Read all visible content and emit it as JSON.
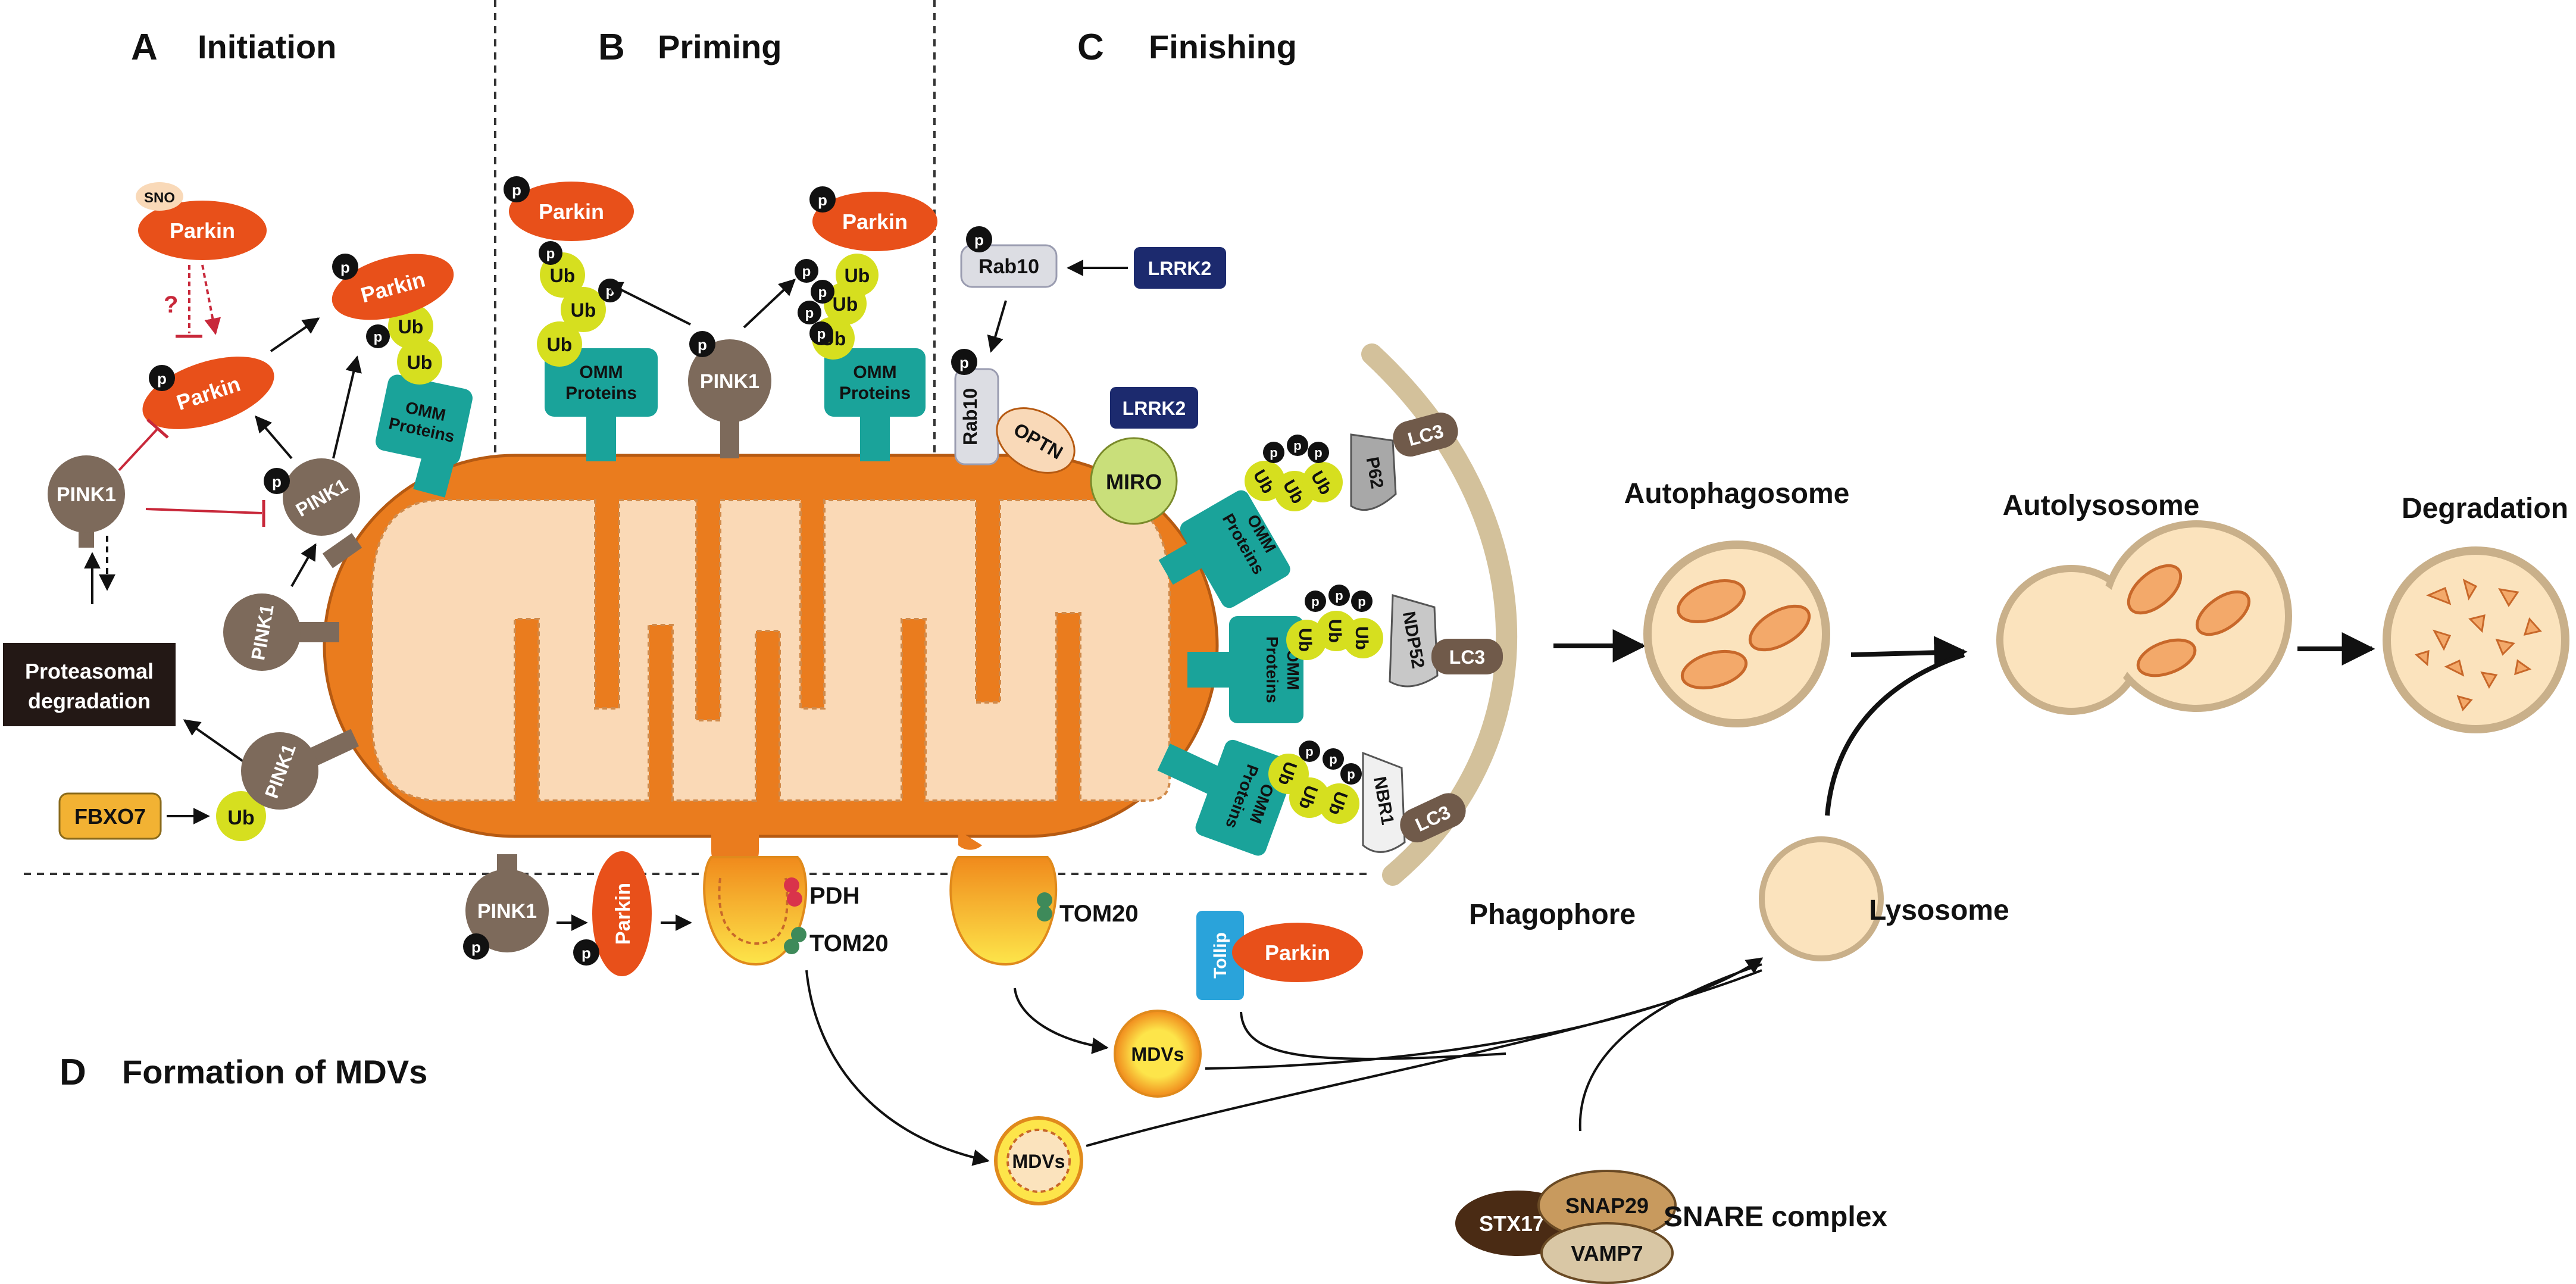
{
  "panels": {
    "a": {
      "letter": "A",
      "title": "Initiation"
    },
    "b": {
      "letter": "B",
      "title": "Priming"
    },
    "c": {
      "letter": "C",
      "title": "Finishing"
    },
    "d": {
      "letter": "D",
      "title": "Formation of MDVs"
    }
  },
  "labels": {
    "sno": "SNO",
    "parkin": "Parkin",
    "pink1": "PINK1",
    "ub": "Ub",
    "p": "p",
    "omm1": "OMM",
    "omm2": "Proteins",
    "question": "?",
    "proteasomal1": "Proteasomal",
    "proteasomal2": "degradation",
    "fbxo7": "FBXO7",
    "rab10": "Rab10",
    "lrrk2": "LRRK2",
    "optn": "OPTN",
    "miro": "MIRO",
    "p62": "P62",
    "ndp52": "NDP52",
    "nbr1": "NBR1",
    "lc3": "LC3",
    "phagophore": "Phagophore",
    "autophagosome": "Autophagosome",
    "autolysosome": "Autolysosome",
    "degradation": "Degradation",
    "lysosome": "Lysosome",
    "pdh": "PDH",
    "tom20": "TOM20",
    "mdvs": "MDVs",
    "tollip": "Tollip",
    "stx17": "STX17",
    "snap29": "SNAP29",
    "vamp7": "VAMP7",
    "snare": "SNARE complex"
  },
  "colors": {
    "parkin": "#e8501a",
    "pink1": "#7d6a5b",
    "ub": "#d6df1f",
    "omm": "#1aa39a",
    "mito_outer": "#ea7c1e",
    "mito_inner": "#fad9b6",
    "lrrk2": "#1c2a6e",
    "fbxo7": "#f2b233",
    "lc3": "#705a4a",
    "phagophore": "#d3c19b",
    "vesicle": "#fbe3bd",
    "tollip": "#2aa3da",
    "stx17": "#4a2b14",
    "snap29": "#c89a5e",
    "vamp7": "#d9c7a5",
    "inhibit": "#c8283a"
  }
}
